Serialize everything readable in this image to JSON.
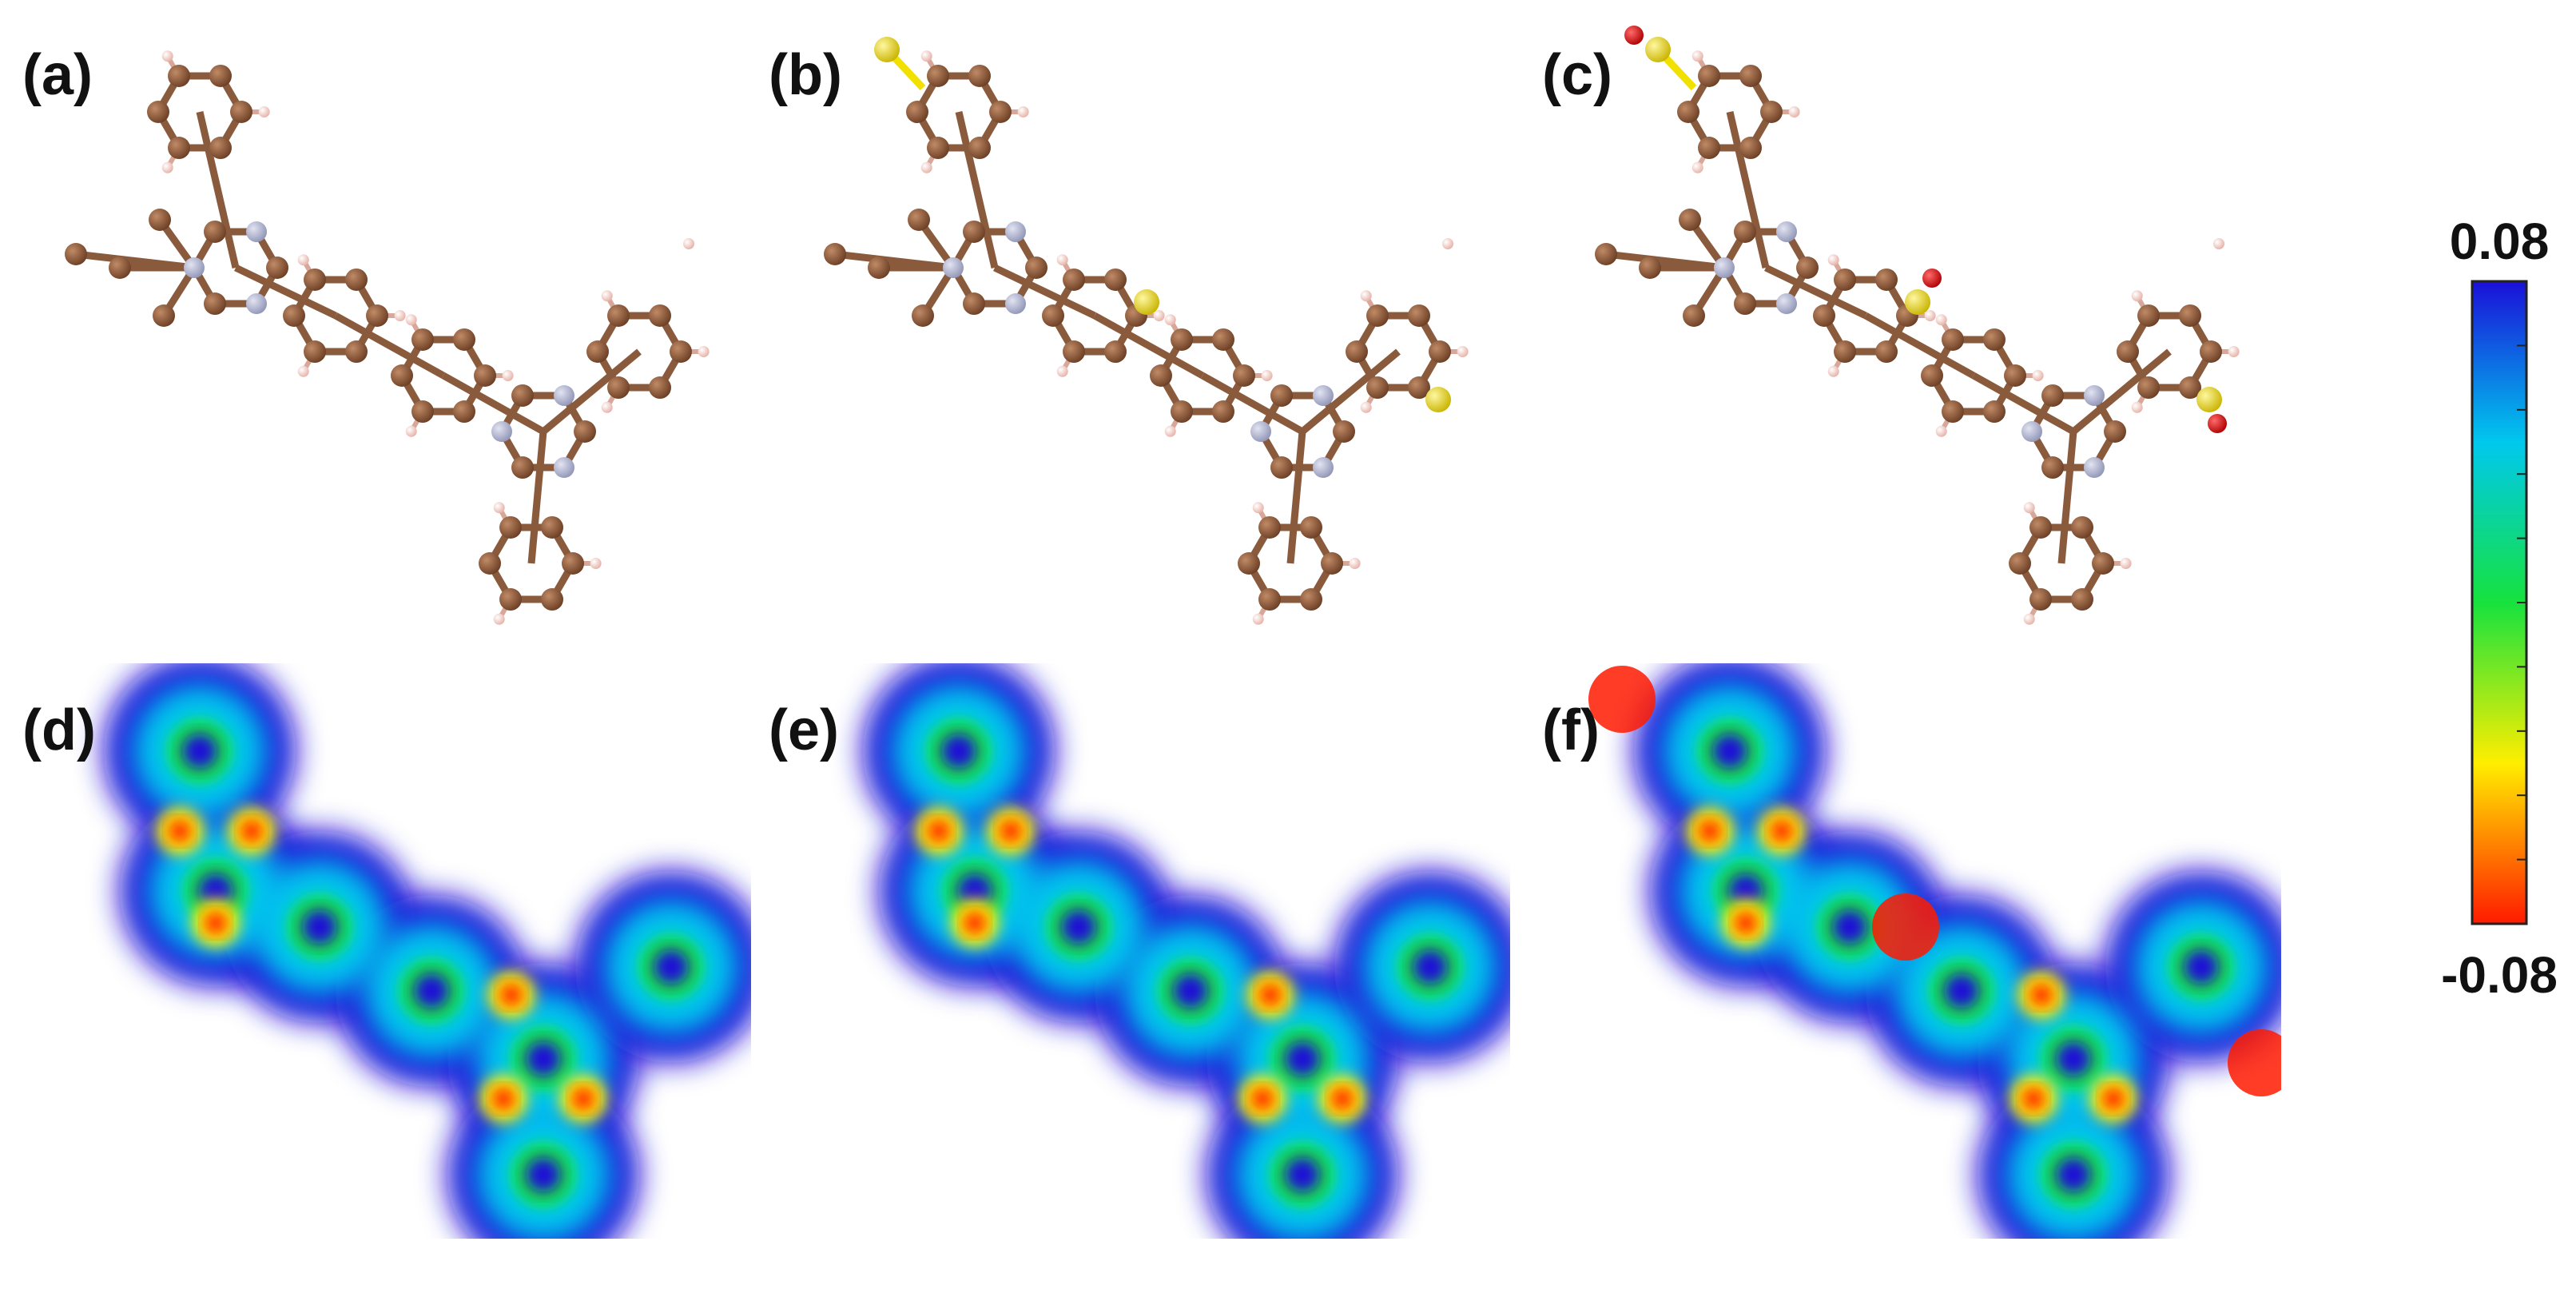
{
  "figure": {
    "panels": [
      {
        "label": "(a)",
        "kind": "ball-and-stick",
        "sulfur": "none"
      },
      {
        "label": "(b)",
        "kind": "ball-and-stick",
        "sulfur": "thiophene"
      },
      {
        "label": "(c)",
        "kind": "ball-and-stick",
        "sulfur": "sulfone"
      },
      {
        "label": "(d)",
        "kind": "esp-map",
        "sulfur": "none"
      },
      {
        "label": "(e)",
        "kind": "esp-map",
        "sulfur": "thiophene"
      },
      {
        "label": "(f)",
        "kind": "esp-map",
        "sulfur": "sulfone"
      }
    ],
    "colorbar": {
      "max_label": "0.08",
      "min_label": "-0.08",
      "max_value": 0.08,
      "min_value": -0.08,
      "colors": [
        "#1a10d8",
        "#00c8ee",
        "#16e23e",
        "#ffee00",
        "#ff1a00"
      ]
    },
    "atom_colors": {
      "carbon": "#8a5a3c",
      "hydrogen": "#f4c8c0",
      "nitrogen": "#b8bcd6",
      "sulfur": "#f2e000",
      "oxygen": "#e00000"
    }
  }
}
